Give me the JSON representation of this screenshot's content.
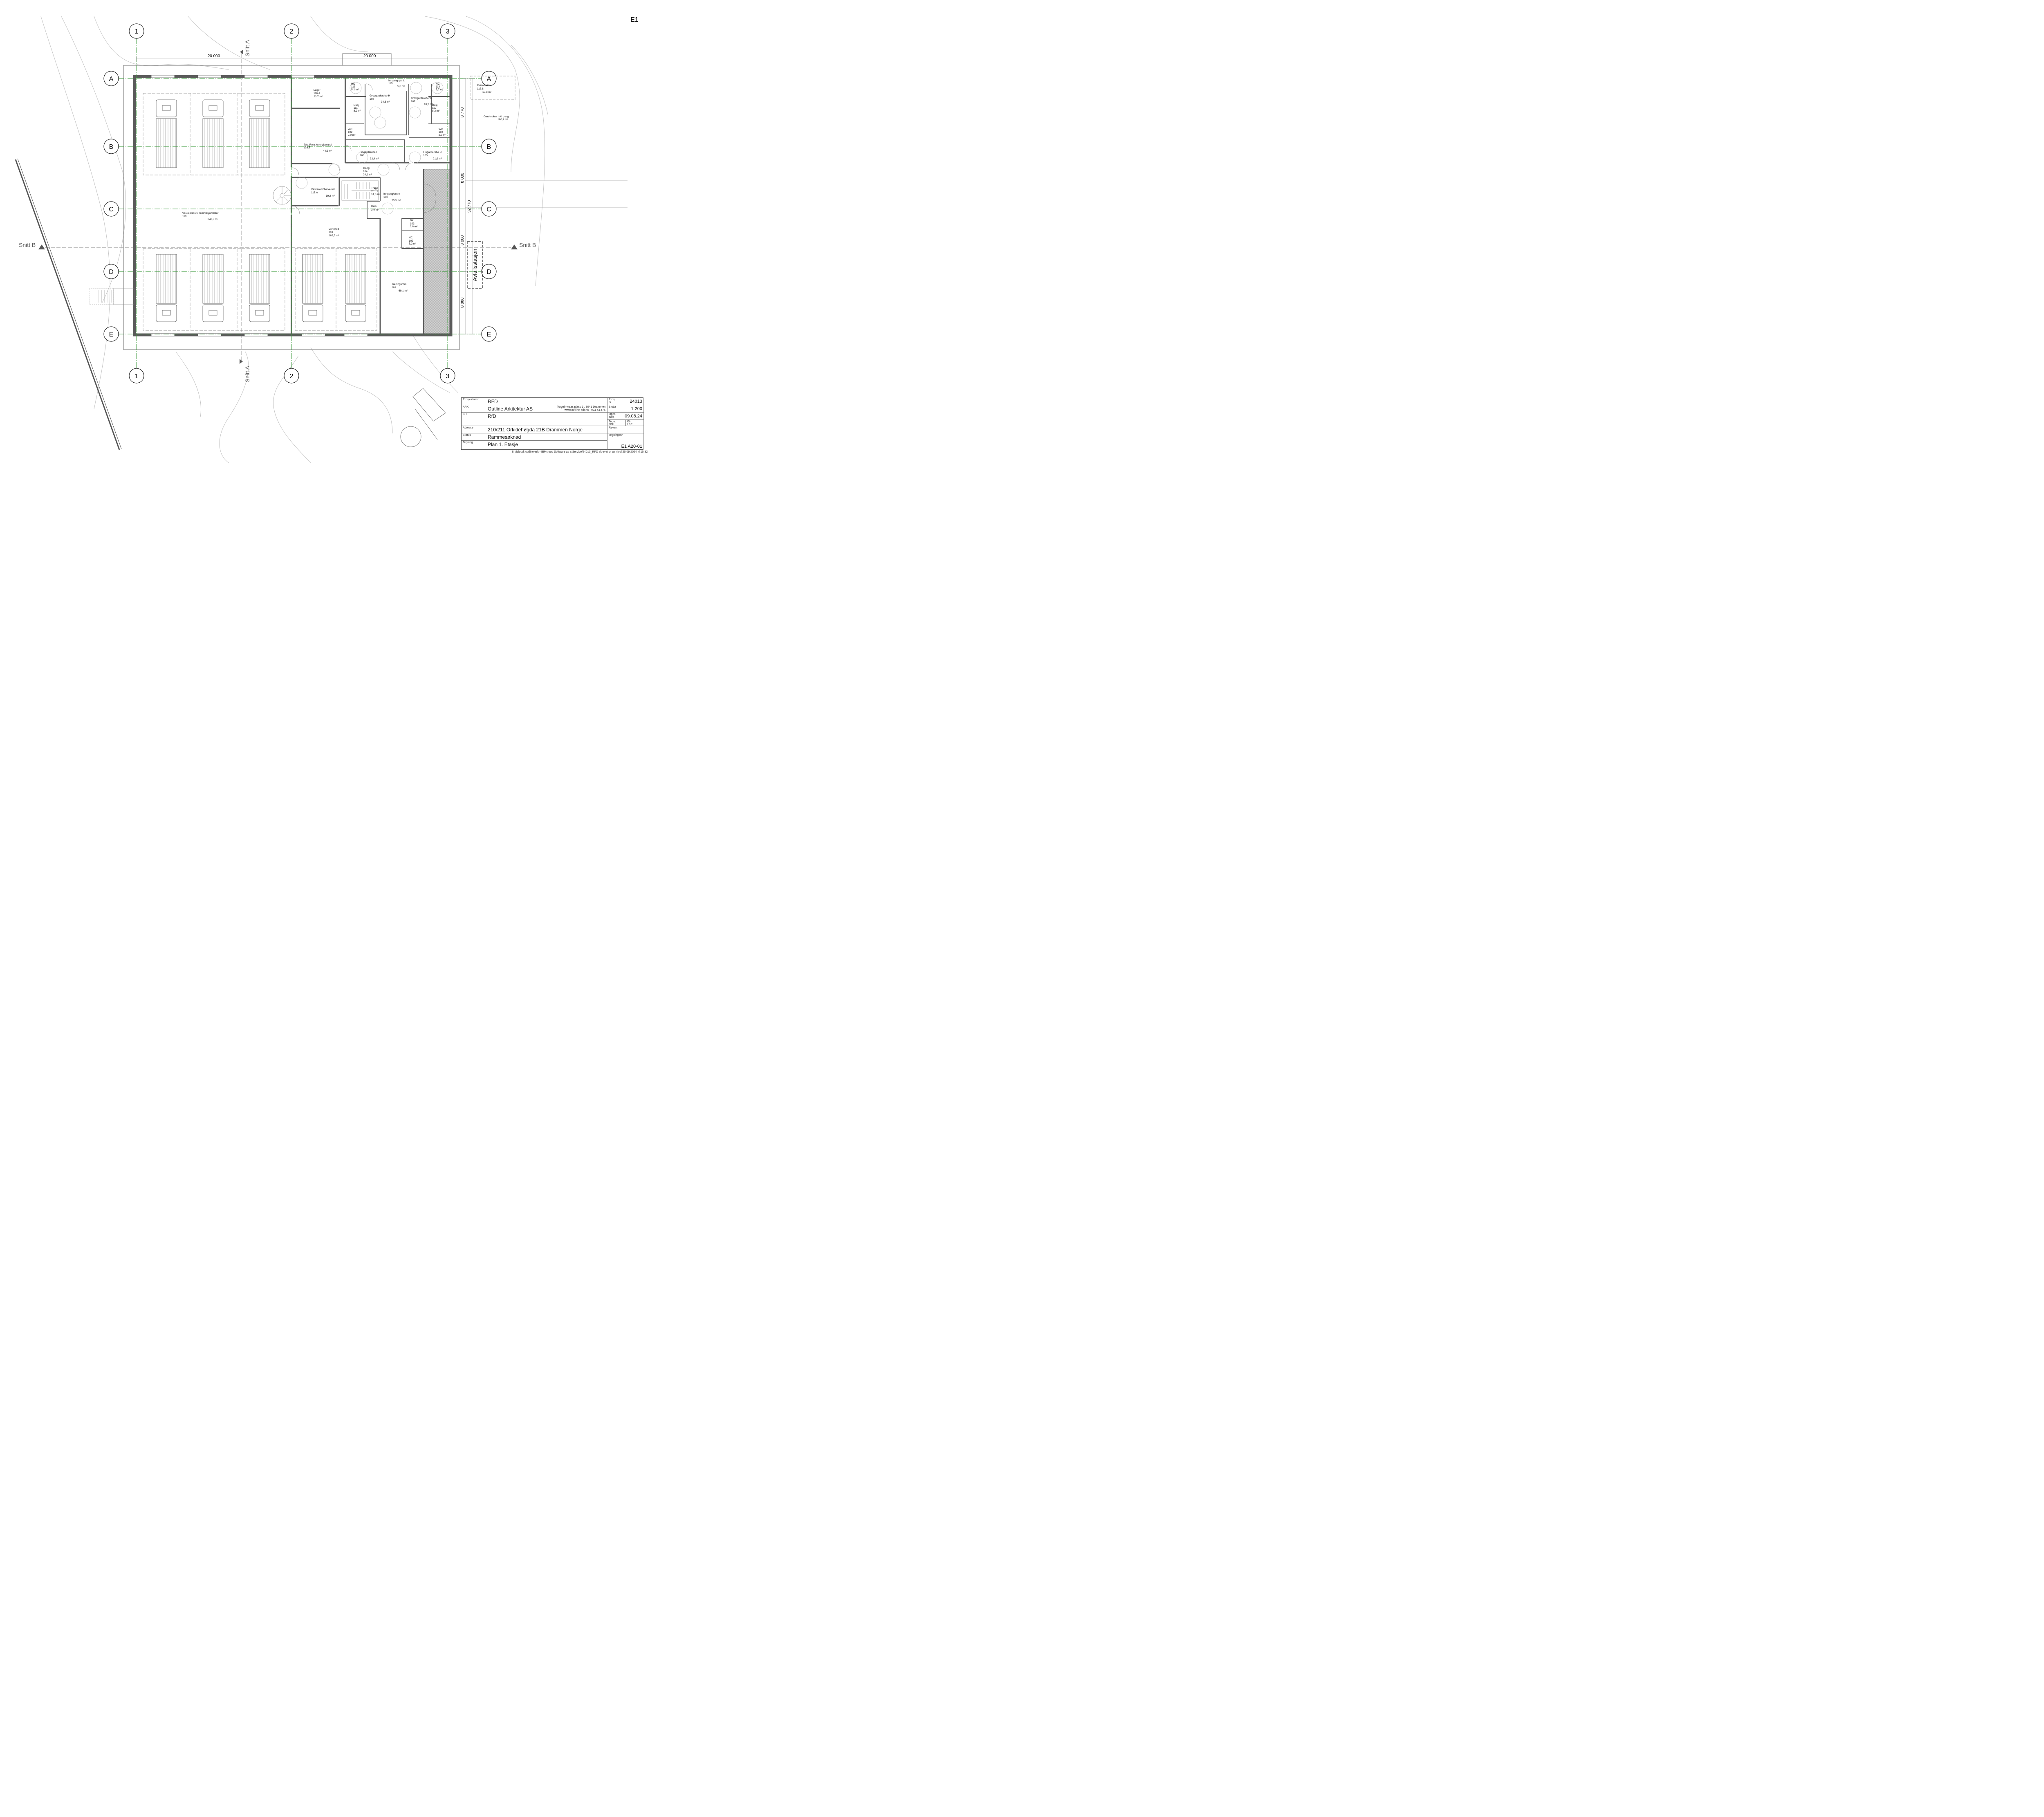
{
  "sheet_id": "E1",
  "grid": {
    "columns": [
      "1",
      "2",
      "3"
    ],
    "rows": [
      "A",
      "B",
      "C",
      "D",
      "E"
    ],
    "dim_top": [
      "20 000",
      "20 000"
    ],
    "dim_right": [
      "8 770",
      "8 000",
      "32 770",
      "8 000",
      "8 000"
    ]
  },
  "sections": {
    "a": "Snitt A",
    "b": "Snitt B"
  },
  "rooms": [
    {
      "name": "Lager",
      "num": "116.A",
      "area": "23,7 m²"
    },
    {
      "name": "Tek. Rom /energisentral",
      "num": "116.B",
      "area": "44,5 m²"
    },
    {
      "name": "HC",
      "num": "113",
      "area": "5,2 m²"
    },
    {
      "name": "Inngang gard.",
      "num": "115",
      "area": "5,8 m²"
    },
    {
      "name": "Grovgarderobe H",
      "num": "108",
      "area": "34,6 m²"
    },
    {
      "name": "Grovgarderober D",
      "num": "107",
      "area": "18,2 m²"
    },
    {
      "name": "HC",
      "num": "114",
      "area": "5,7 m²"
    },
    {
      "name": "Dusj",
      "num": "111",
      "area": "8,2 m²"
    },
    {
      "name": "Dusj",
      "num": "112",
      "area": "8,2 m²"
    },
    {
      "name": "WC",
      "num": "109",
      "area": "2,0 m²"
    },
    {
      "name": "WC",
      "num": "110",
      "area": "2,0 m²"
    },
    {
      "name": "Fingarderobe H",
      "num": "106",
      "area": "32,4 m²"
    },
    {
      "name": "Fingarderobe D",
      "num": "105",
      "area": "21,9 m²"
    },
    {
      "name": "Gang",
      "num": "104",
      "area": "24,1 m²"
    },
    {
      "name": "Vaskerom/Tørkerom",
      "num": "117.A",
      "area": "19,2 m²"
    },
    {
      "name": "Trapp",
      "num": "Tr 1.1",
      "area": "14,0 m²"
    },
    {
      "name": "Inngang/entre",
      "num": "100",
      "area": "25,5 m²"
    },
    {
      "name": "Heis",
      "num": "",
      "area": "3,9 m²"
    },
    {
      "name": "Vaskeplass til renovasjonsbiler",
      "num": "119",
      "area": "648,8 m²"
    },
    {
      "name": "Verksted",
      "num": "118",
      "area": "182,9 m²"
    },
    {
      "name": "BK",
      "num": "103",
      "area": "2,8 m²"
    },
    {
      "name": "HC",
      "num": "102",
      "area": "5,2 m²"
    },
    {
      "name": "Treningsrom",
      "num": "101",
      "area": "69,1 m²"
    },
    {
      "name": "Fettavskiller",
      "num": "117.8",
      "area": "17,8 m²"
    },
    {
      "name": "Garderober inkl gang",
      "num": "",
      "area": "160,4 m²"
    }
  ],
  "waste_station": "Avfallsstasjon",
  "title_block": {
    "project_label": "Prosjektnavn",
    "project": "RFD",
    "ark_label": "ARK",
    "ark": "Outline Arkitektur AS",
    "ark_address": "Torgeir vraas plass 6 , 3041 Drammen",
    "ark_web": "www.outline-ark.no",
    "ark_phone": "924 44 476",
    "bh_label": "BH",
    "bh": "RfD",
    "address_label": "Adresse",
    "address": "210/211 Orkidehøgda 21B Drammen  Norge",
    "status_label": "Status",
    "status": "Rammesøknad",
    "drawing_label": "Tegning",
    "drawing": "Plan 1. Etasje",
    "projnr_label": "Prosj. nr.",
    "projnr": "24013",
    "scale_label": "Skala",
    "scale": "1:200",
    "date_label": "Oppr. dato",
    "date": "09.08.24",
    "drawn_label": "Tegn.",
    "drawn": "NJU",
    "checked_label": "Ktr.",
    "checked": "LBE",
    "rev_label": "Rev.nr.",
    "rev": "",
    "sheet_label": "Tegningsnr",
    "sheet": "E1 A20-01"
  },
  "footer_note": "BIMcloud: outline-ark - BIMcloud Software as a Service/24013_RFD skrevet ut av nicol 25.09.2024 kl 15:32"
}
